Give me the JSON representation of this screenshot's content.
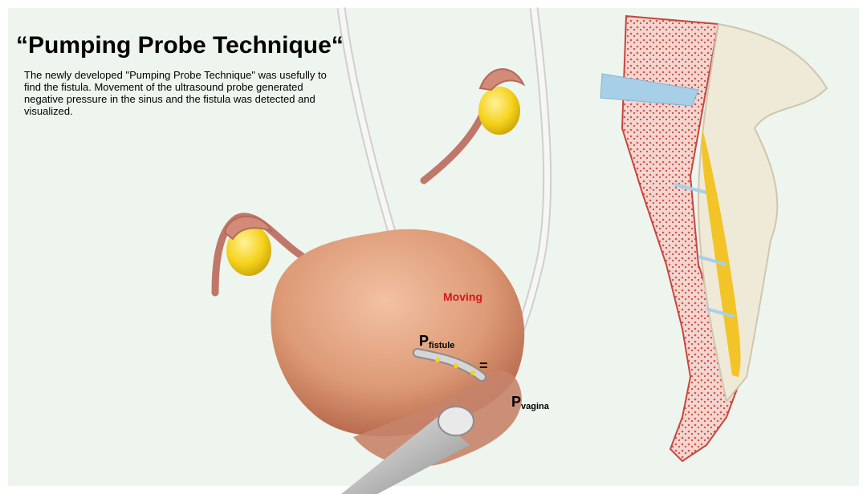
{
  "slide": {
    "title": "“Pumping Probe Technique“",
    "description": "The newly developed  \"Pumping Probe Technique\" was usefully to find the fistula. Movement of the ultrasound probe generated negative pressure in the sinus and the fistula was detected and visualized."
  },
  "labels": {
    "moving": "Moving",
    "p_fistule_main": "P",
    "p_fistule_sub": "fistule",
    "equals": "=",
    "p_vagina_main": "P",
    "p_vagina_sub": "vagina"
  },
  "colors": {
    "background": "#eef5ee",
    "bladder": "#d9906c",
    "ureter": "#c0776a",
    "kidney_fat": "#f5d21a",
    "bone": "#e8c2b8",
    "spinal_cord": "#f2c427",
    "disc": "#a8cfe8",
    "moving_text": "#d21a1a"
  }
}
